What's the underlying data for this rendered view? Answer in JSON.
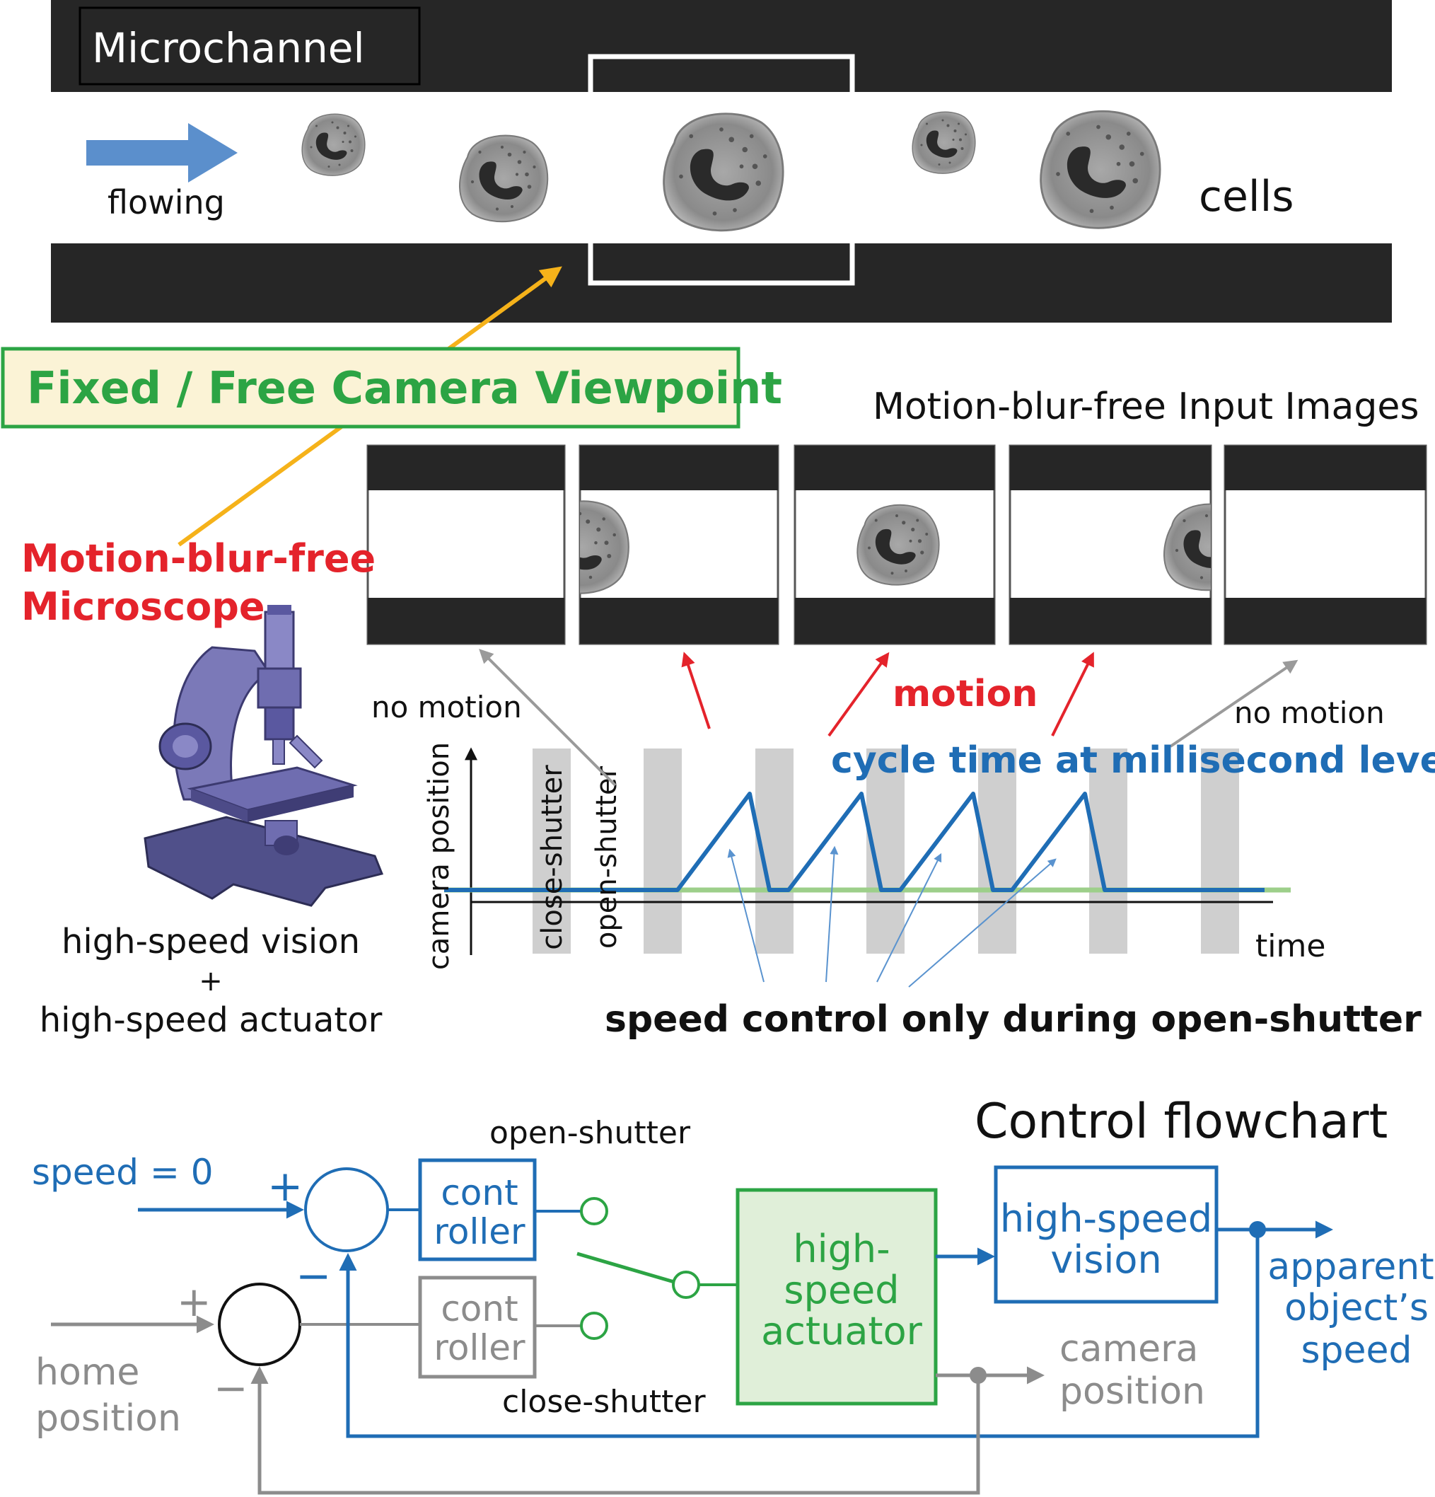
{
  "microchannel": {
    "title": "Microchannel",
    "flow_label": "flowing",
    "cells_label": "cells"
  },
  "viewpoint": {
    "label": "Fixed / Free Camera Viewpoint"
  },
  "input_images": {
    "title": "Motion-blur-free Input Images"
  },
  "microscope": {
    "title_line1": "Motion-blur-free",
    "title_line2": "Microscope",
    "caption_line1": "high-speed vision",
    "caption_plus": "+",
    "caption_line2": "high-speed actuator"
  },
  "timing_chart": {
    "no_motion_left": "no motion",
    "no_motion_right": "no motion",
    "motion": "motion",
    "cycle_time": "cycle time at millisecond level",
    "y_axis_label": "camera position",
    "close_shutter_label": "close-shutter",
    "open_shutter_label": "open-shutter",
    "x_axis_label": "time",
    "speed_control_note": "speed control only during open-shutter"
  },
  "flowchart": {
    "title": "Control flowchart",
    "speed_input": "speed = 0",
    "home_line1": "home",
    "home_line2": "position",
    "open_shutter": "open-shutter",
    "close_shutter": "close-shutter",
    "controller_top_line1": "cont",
    "controller_top_line2": "roller",
    "controller_bottom_line1": "cont",
    "controller_bottom_line2": "roller",
    "actuator_line1": "high-",
    "actuator_line2": "speed",
    "actuator_line3": "actuator",
    "vision_line1": "high-speed",
    "vision_line2": "vision",
    "output_line1": "apparent",
    "output_line2": "object’s",
    "output_line3": "speed",
    "camera_line1": "camera",
    "camera_line2": "position",
    "plus": "+",
    "minus": "−"
  },
  "colors": {
    "blue": "#1f6db5",
    "gray": "#8c8c8c",
    "green": "#2ca444",
    "red": "#e4232b",
    "orange": "#f5b21a",
    "dark": "#262626",
    "shutter_bar": "#cfcfcf",
    "baseline_green": "#9dcf8a"
  }
}
